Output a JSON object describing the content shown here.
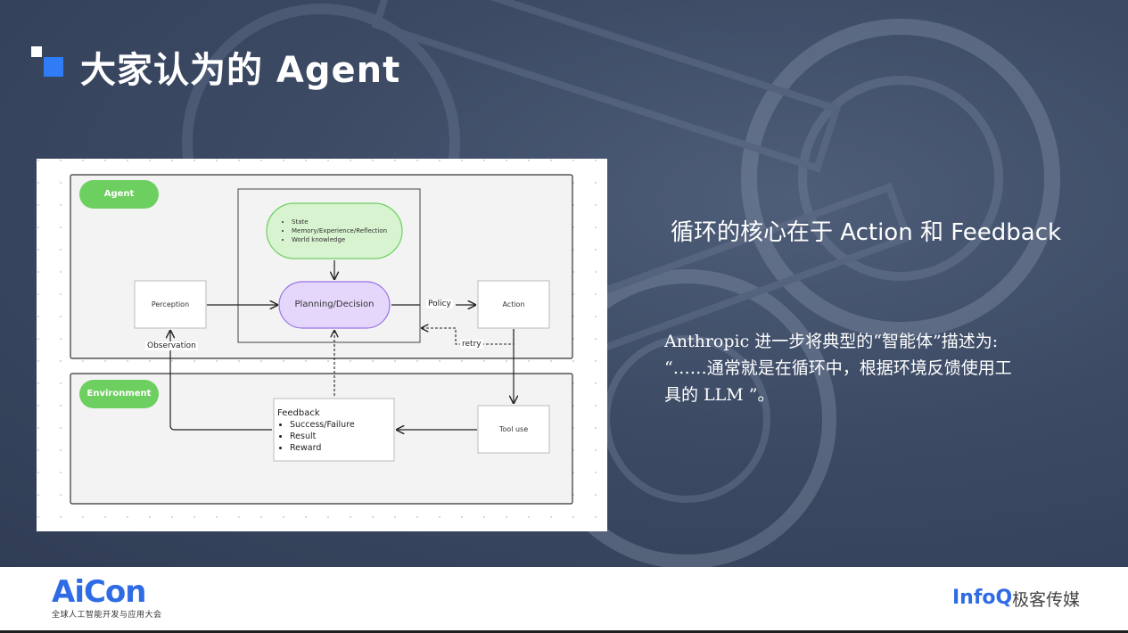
{
  "slide": {
    "title": "大家认为的 Agent",
    "side_heading": "循环的核心在于 Action 和 Feedback",
    "quote_lines": [
      "Anthropic 进一步将典型的“智能体”描述为:",
      "“……通常就是在循环中，根据环境反馈使用工",
      "具的 LLM ”。"
    ]
  },
  "diagram": {
    "agent_tag": "Agent",
    "environment_tag": "Environment",
    "state_items": [
      "State",
      "Memory/Experience/Reflection",
      "World knowledge"
    ],
    "planning": "Planning/Decision",
    "perception": "Perception",
    "action": "Action",
    "tool_use": "Tool use",
    "policy_label": "Policy",
    "observation_label": "Observation",
    "retry_label": "retry",
    "feedback_title": "Feedback",
    "feedback_items": [
      "Success/Failure",
      "Result",
      "Reward"
    ],
    "colors": {
      "green_fill": "#d7f3cf",
      "green_stroke": "#6ecf61",
      "purple_fill": "#e4d7fb",
      "purple_stroke": "#9a72e6",
      "panel": "#f3f3f3"
    }
  },
  "footer": {
    "aicon_logo": "AiCon",
    "aicon_subtitle": "全球人工智能开发与应用大会",
    "infoq_logo": "InfoQ",
    "infoq_cn": "极客传媒"
  }
}
